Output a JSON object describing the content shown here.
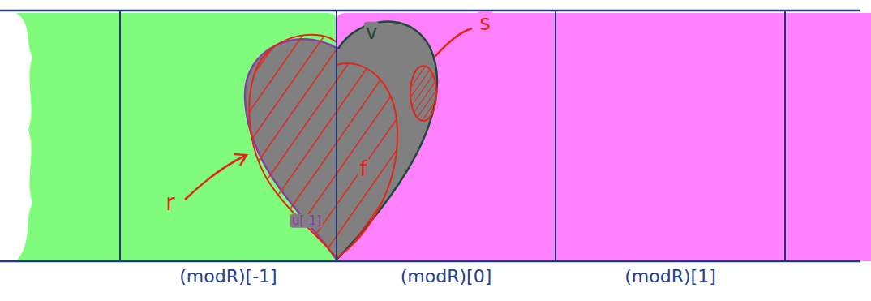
{
  "diagram": {
    "nodes": [
      {
        "text": [
          "(modR)[-1]"
        ]
      },
      {
        "text": [
          "(modR)[0]"
        ]
      },
      {
        "text": [
          "(modR)[1]"
        ]
      }
    ],
    "labels": [
      "v",
      "s",
      "r",
      "f",
      "u[-1]"
    ]
  }
}
